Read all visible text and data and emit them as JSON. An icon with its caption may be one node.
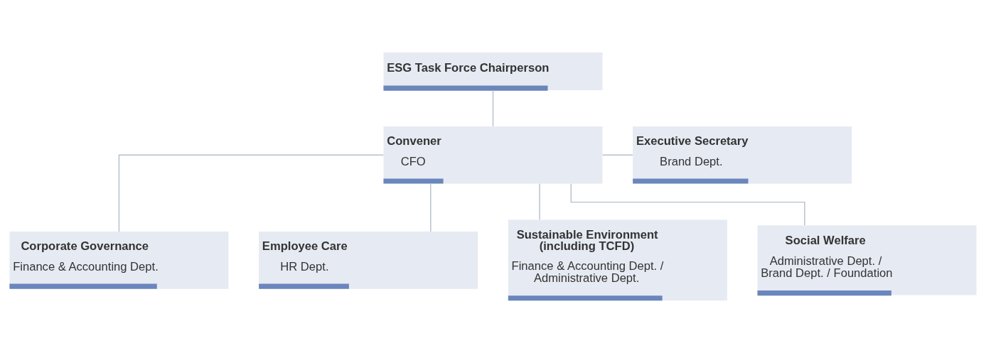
{
  "diagram": {
    "nodes": [
      {
        "text": [
          "ESG Task Force Chairperson"
        ]
      },
      {
        "text": [
          "Convener",
          "CFO"
        ]
      },
      {
        "text": [
          "Executive Secretary",
          "Brand Dept."
        ]
      },
      {
        "text": [
          "Corporate Governance",
          "Finance & Accounting Dept."
        ]
      },
      {
        "text": [
          "Employee Care",
          "HR Dept."
        ]
      },
      {
        "text": [
          "Sustainable Environment (including TCFD)",
          "Finance & Accounting Dept. / Administrative Dept."
        ]
      },
      {
        "text": [
          "Social Welfare",
          "Administrative Dept. / Brand Dept. / Foundation"
        ]
      }
    ],
    "edges": [
      {
        "from": 0,
        "to": 1,
        "arrow": "none"
      },
      {
        "from": 1,
        "to": 2,
        "arrow": "none"
      },
      {
        "from": 1,
        "to": 3,
        "arrow": "none"
      },
      {
        "from": 1,
        "to": 4,
        "arrow": "none"
      },
      {
        "from": 1,
        "to": 5,
        "arrow": "none"
      },
      {
        "from": 1,
        "to": 6,
        "arrow": "none"
      }
    ]
  }
}
